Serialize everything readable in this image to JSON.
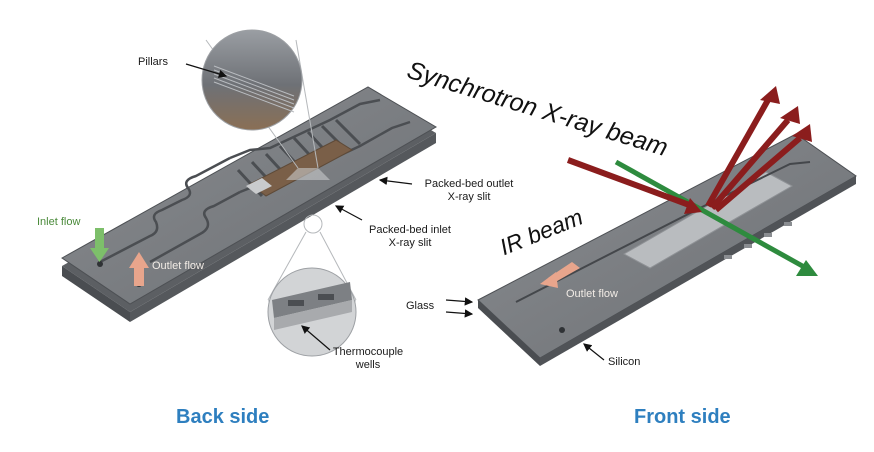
{
  "labels": {
    "pillars": "Pillars",
    "inlet_flow": "Inlet flow",
    "outlet_flow_back": "Outlet flow",
    "packed_outlet_line1": "Packed-bed outlet",
    "packed_outlet_line2": "X-ray slit",
    "packed_inlet_line1": "Packed-bed inlet",
    "packed_inlet_line2": "X-ray slit",
    "thermo_line1": "Thermocouple",
    "thermo_line2": "wells",
    "glass": "Glass",
    "silicon": "Silicon",
    "outlet_flow_front": "Outlet flow",
    "synchrotron": "Synchrotron X-ray beam",
    "ir_beam": "IR beam",
    "back_side": "Back side",
    "front_side": "Front side"
  },
  "colors": {
    "title_blue": "#2e7fbf",
    "chip_top": "#7d8084",
    "chip_edge": "#5a5d61",
    "xray_red": "#8b1d1d",
    "ir_green": "#2e8b3e",
    "inlet_arrow": "#7dbf6a",
    "outlet_arrow": "#e8a58c"
  }
}
